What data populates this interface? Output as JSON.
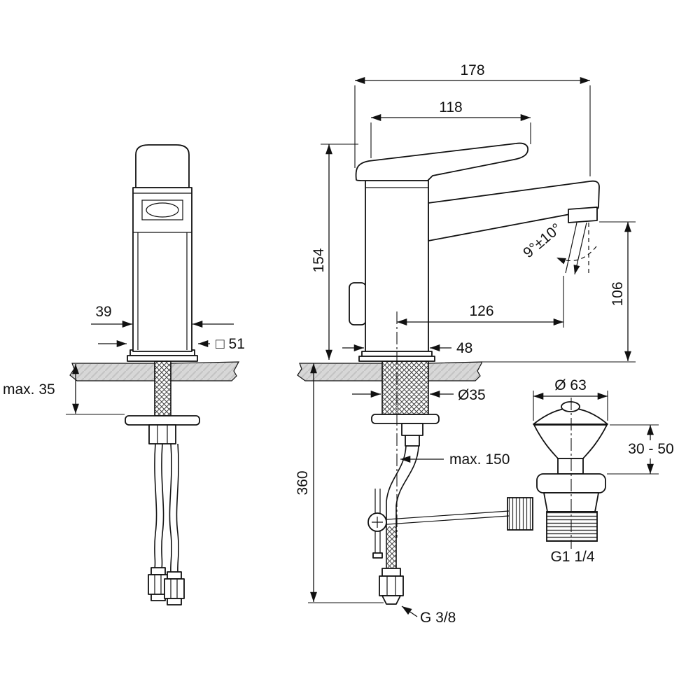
{
  "page": {
    "background": "#ffffff",
    "line_color": "#111111",
    "counter_color": "#d7d7d7"
  },
  "dims": {
    "front_body_width": "39",
    "base_square": "□ 51",
    "deck_thickness_max": "max. 35",
    "overall_depth": "178",
    "lever_length": "118",
    "height_to_deck": "154",
    "spray_angle": "9°±10°",
    "outlet_height": "106",
    "spout_reach": "126",
    "body_depth": "48",
    "hole_diameter": "Ø35",
    "supply_length": "360",
    "hose_reach_max": "max. 150",
    "waste_cap_diameter": "Ø 63",
    "waste_mount_range": "30 - 50",
    "waste_thread": "G1 1/4",
    "supply_thread": "G 3/8"
  }
}
